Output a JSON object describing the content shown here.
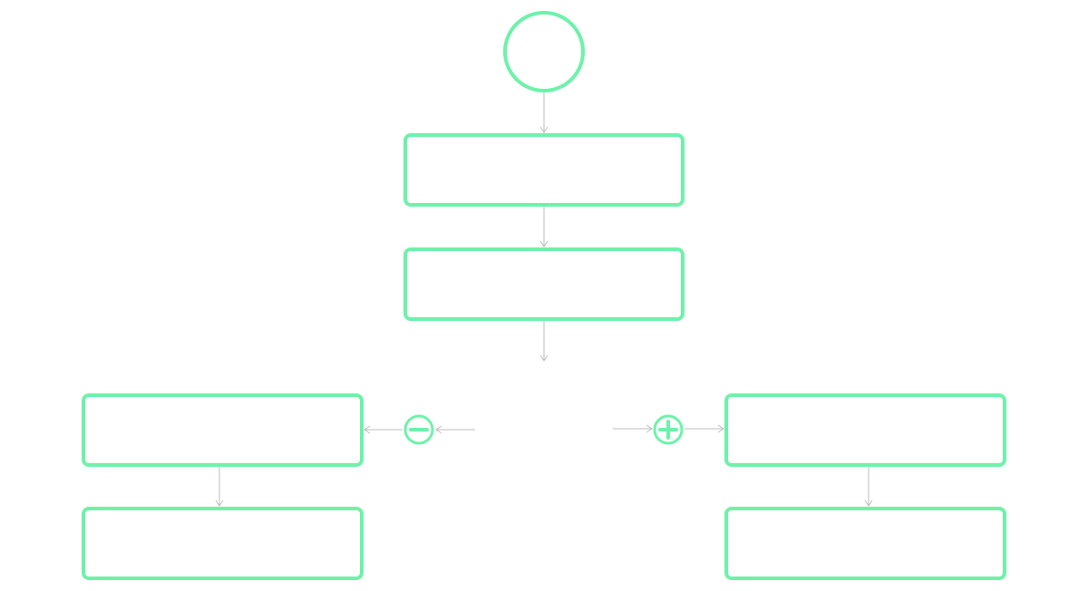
{
  "colors": {
    "node_stroke": "#6DF2AA",
    "edge": "#BDBDBD",
    "background": "#FFFFFF"
  },
  "nodes": {
    "start": {
      "shape": "circle",
      "label": ""
    },
    "step_1": {
      "shape": "rounded-rect",
      "label": ""
    },
    "step_2": {
      "shape": "rounded-rect",
      "label": ""
    },
    "decision": {
      "shape": "none",
      "label": ""
    },
    "negative_branch_1": {
      "shape": "rounded-rect",
      "label": ""
    },
    "negative_branch_2": {
      "shape": "rounded-rect",
      "label": ""
    },
    "positive_branch_1": {
      "shape": "rounded-rect",
      "label": ""
    },
    "positive_branch_2": {
      "shape": "rounded-rect",
      "label": ""
    }
  },
  "branch_markers": {
    "negative": {
      "icon": "minus-circle-icon"
    },
    "positive": {
      "icon": "plus-circle-icon"
    }
  },
  "edges": [
    {
      "from": "start",
      "to": "step_1"
    },
    {
      "from": "step_1",
      "to": "step_2"
    },
    {
      "from": "step_2",
      "to": "decision"
    },
    {
      "from": "decision",
      "to": "negative_branch_1",
      "marker": "negative"
    },
    {
      "from": "decision",
      "to": "positive_branch_1",
      "marker": "positive"
    },
    {
      "from": "negative_branch_1",
      "to": "negative_branch_2"
    },
    {
      "from": "positive_branch_1",
      "to": "positive_branch_2"
    }
  ]
}
